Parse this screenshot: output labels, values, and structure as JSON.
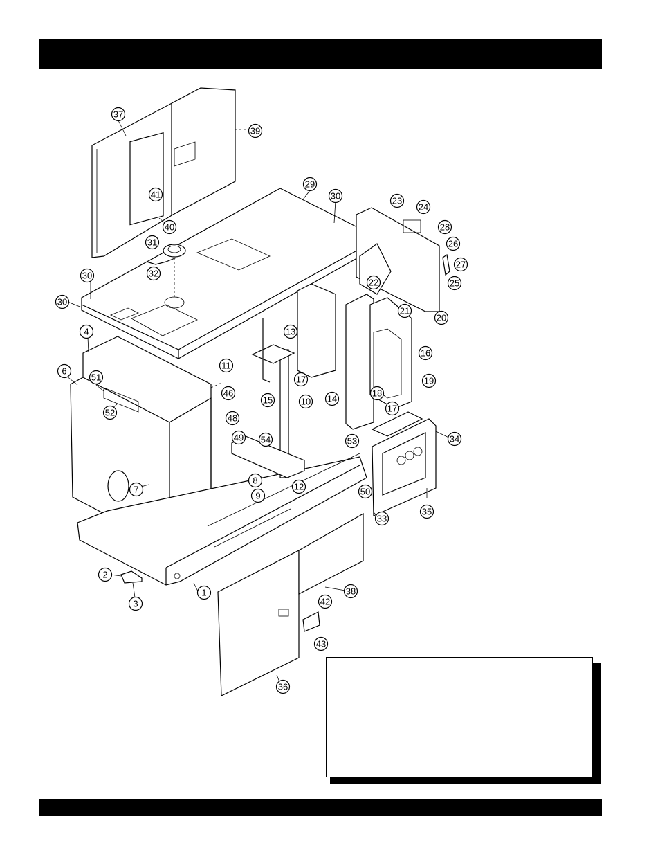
{
  "header": {
    "title": ""
  },
  "footer": {
    "text": ""
  },
  "note": {
    "text": ""
  },
  "callouts": [
    {
      "label": "37"
    },
    {
      "label": "39"
    },
    {
      "label": "41"
    },
    {
      "label": "40"
    },
    {
      "label": "29"
    },
    {
      "label": "30"
    },
    {
      "label": "23"
    },
    {
      "label": "24"
    },
    {
      "label": "28"
    },
    {
      "label": "26"
    },
    {
      "label": "27"
    },
    {
      "label": "25"
    },
    {
      "label": "22"
    },
    {
      "label": "21"
    },
    {
      "label": "20"
    },
    {
      "label": "31"
    },
    {
      "label": "32"
    },
    {
      "label": "30"
    },
    {
      "label": "30"
    },
    {
      "label": "13"
    },
    {
      "label": "4"
    },
    {
      "label": "11"
    },
    {
      "label": "16"
    },
    {
      "label": "19"
    },
    {
      "label": "17"
    },
    {
      "label": "6"
    },
    {
      "label": "51"
    },
    {
      "label": "46"
    },
    {
      "label": "15"
    },
    {
      "label": "10"
    },
    {
      "label": "14"
    },
    {
      "label": "18"
    },
    {
      "label": "17"
    },
    {
      "label": "52"
    },
    {
      "label": "48"
    },
    {
      "label": "49"
    },
    {
      "label": "54"
    },
    {
      "label": "53"
    },
    {
      "label": "34"
    },
    {
      "label": "7"
    },
    {
      "label": "8"
    },
    {
      "label": "12"
    },
    {
      "label": "9"
    },
    {
      "label": "50"
    },
    {
      "label": "33"
    },
    {
      "label": "35"
    },
    {
      "label": "2"
    },
    {
      "label": "1"
    },
    {
      "label": "38"
    },
    {
      "label": "3"
    },
    {
      "label": "42"
    },
    {
      "label": "43"
    },
    {
      "label": "36"
    }
  ]
}
